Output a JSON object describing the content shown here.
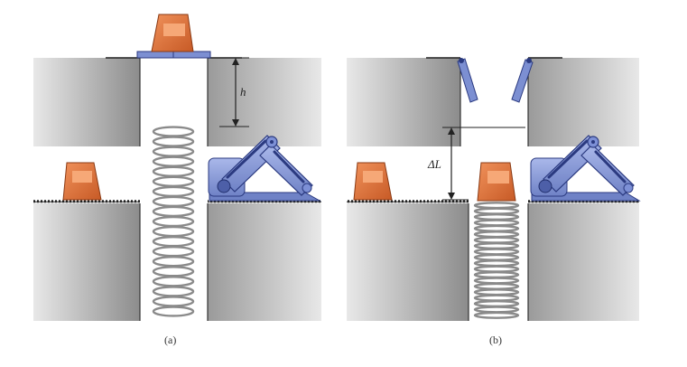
{
  "panels": [
    {
      "id": "a",
      "caption": "(a)",
      "dimension_label": "h"
    },
    {
      "id": "b",
      "caption": "(b)",
      "dimension_label": "ΔL"
    }
  ],
  "colors": {
    "orange_block": "#d9703a",
    "blue_linkage": "#8ea1dc",
    "spring": "#8a8a8a",
    "wall_light": "#e6e6e6",
    "wall_dark": "#8f8f8f"
  }
}
